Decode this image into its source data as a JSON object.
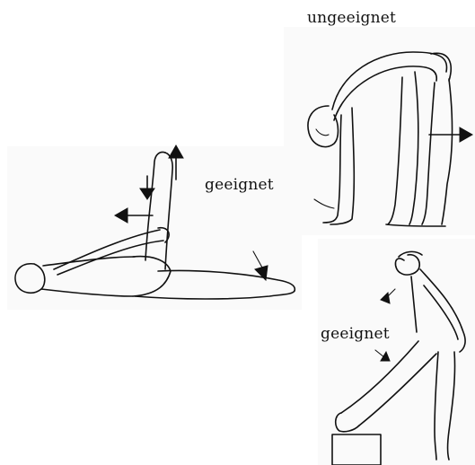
{
  "illustration": {
    "top_right": {
      "label": "ungeeignet",
      "verdict": "unsuitable"
    },
    "left": {
      "label": "geeignet",
      "verdict": "suitable"
    },
    "bottom_right": {
      "label": "geeignet",
      "verdict": "suitable"
    }
  },
  "icons": [
    "arrow-icon"
  ],
  "colors": {
    "ink": "#111111",
    "panel": "#fafafa",
    "background": "#ffffff"
  }
}
